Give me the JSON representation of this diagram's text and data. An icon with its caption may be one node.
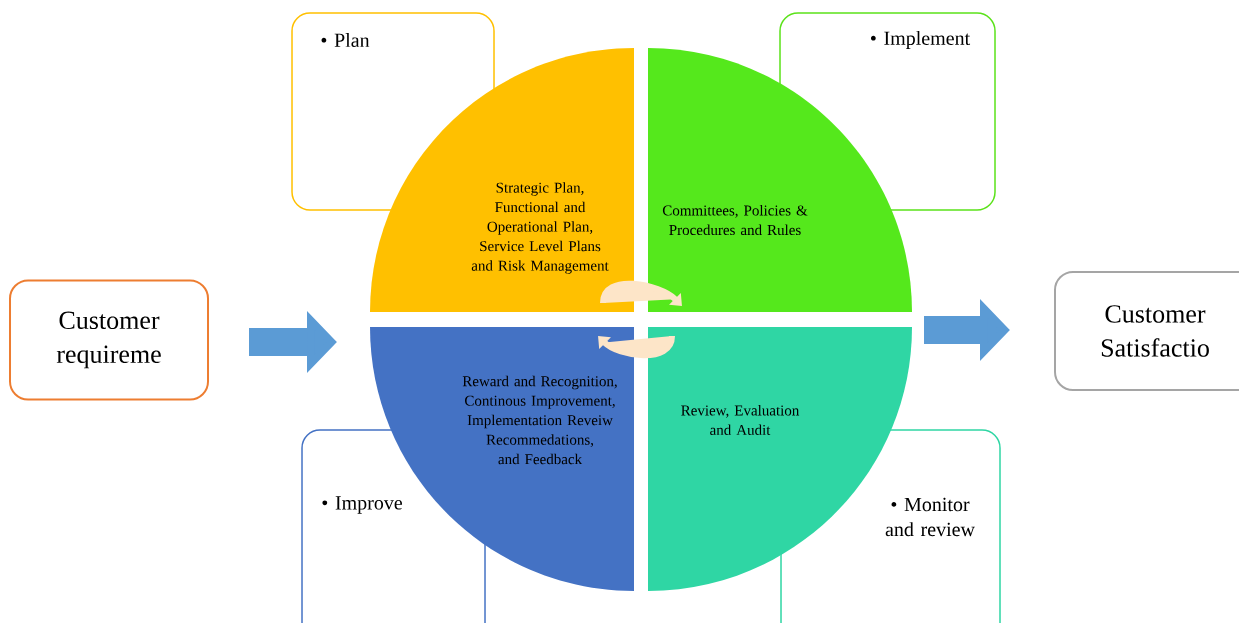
{
  "diagram": {
    "nodes": [
      {
        "text": [
          "Customer requireme"
        ]
      },
      {
        "text": [
          "• Plan"
        ]
      },
      {
        "text": [
          "Strategic Plan, Functional and Operational Plan, Service Level Plans and Risk Management"
        ]
      },
      {
        "text": [
          "• Implement"
        ]
      },
      {
        "text": [
          "Committees, Policies & Procedures and Rules"
        ]
      },
      {
        "text": [
          "• Improve"
        ]
      },
      {
        "text": [
          "Reward and Recognition, Continous Improvement, Implementation Reveiw Recommedations, and Feedback"
        ]
      },
      {
        "text": [
          "• Monitor and review"
        ]
      },
      {
        "text": [
          "Review, Evaluation and Audit"
        ]
      },
      {
        "text": [
          "Customer Satisfactio"
        ]
      }
    ],
    "edges": [
      {
        "from": 0,
        "to": 6,
        "arrow": "to",
        "style": "thick",
        "color": "#5b9bd5"
      },
      {
        "from": 2,
        "to": 4,
        "arrow": "to",
        "color": "#fde5c8"
      },
      {
        "from": 8,
        "to": 6,
        "arrow": "to",
        "color": "#fde5c8"
      },
      {
        "from": 8,
        "to": 9,
        "arrow": "to",
        "style": "thick",
        "color": "#5b9bd5"
      }
    ]
  }
}
